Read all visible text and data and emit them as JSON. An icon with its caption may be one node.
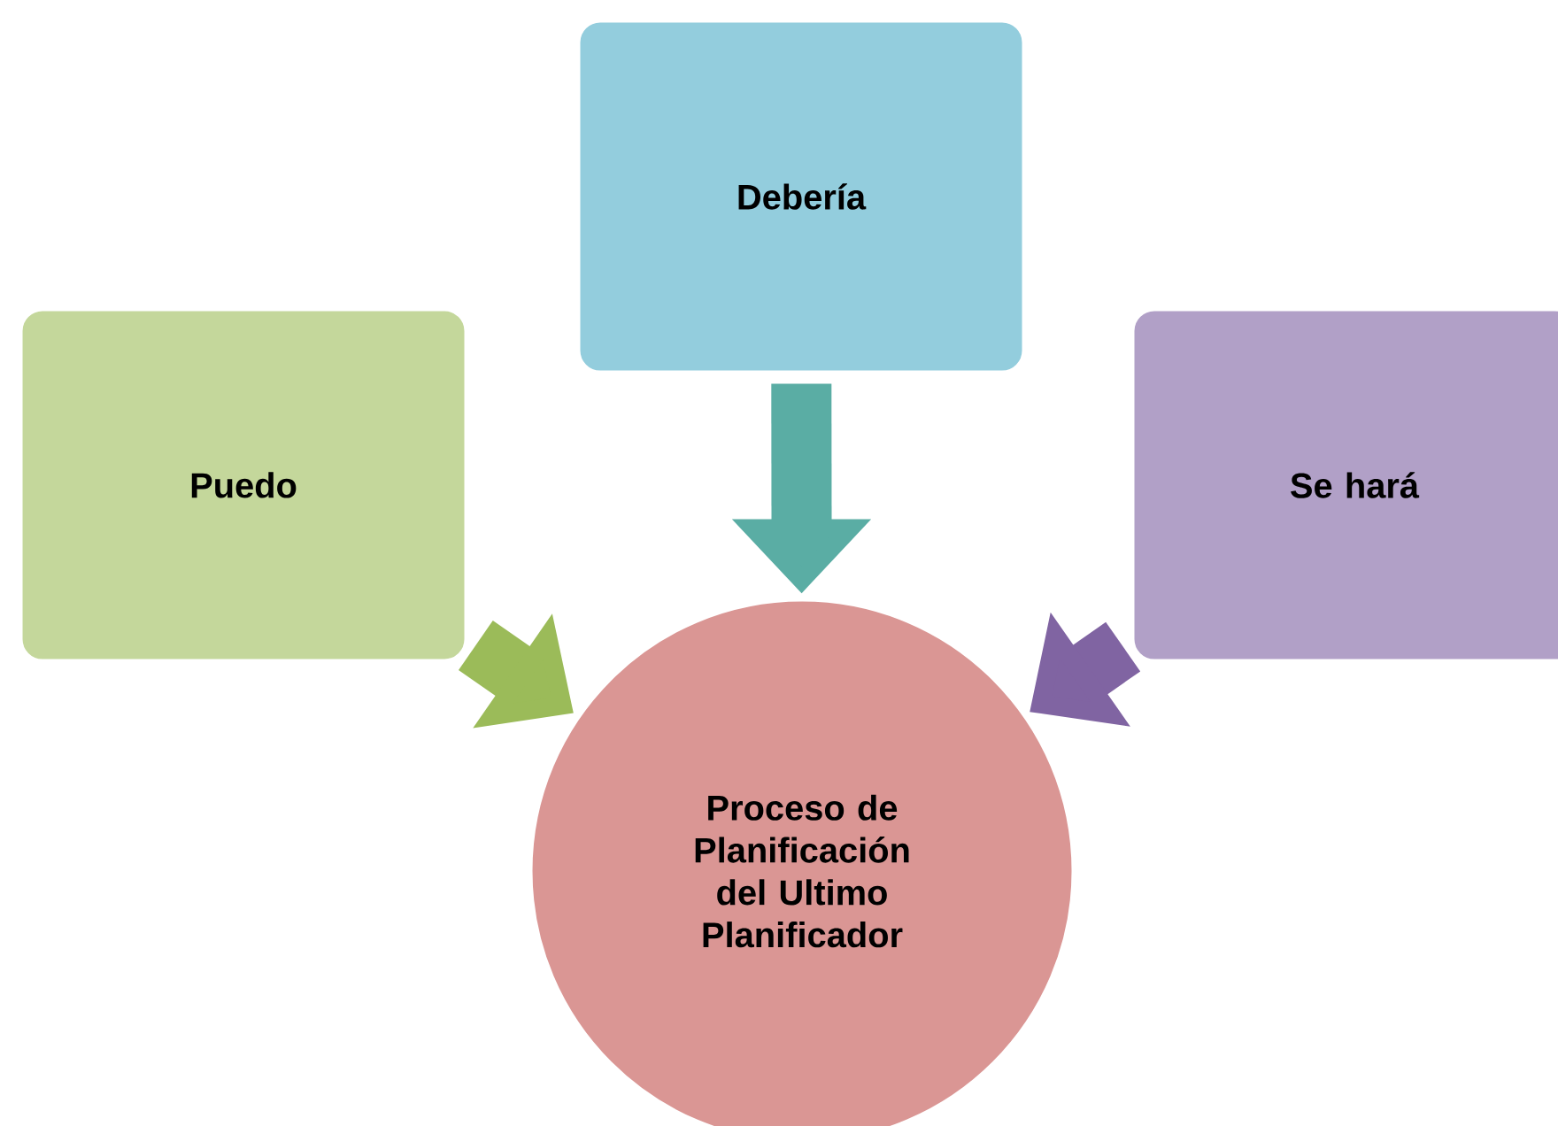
{
  "diagram": {
    "nodes": [
      {
        "text": [
          "Puedo"
        ]
      },
      {
        "text": [
          "Debería"
        ]
      },
      {
        "text": [
          "Se hará"
        ]
      },
      {
        "text": [
          "Proceso de Planificación del Ultimo Planificador"
        ]
      }
    ],
    "edges": [
      {
        "from": 0,
        "to": 3,
        "arrow": "to",
        "color": "#9bbb59"
      },
      {
        "from": 1,
        "to": 3,
        "arrow": "to",
        "color": "#4bacc6"
      },
      {
        "from": 2,
        "to": 3,
        "arrow": "to",
        "color": "#8064a2"
      }
    ]
  }
}
